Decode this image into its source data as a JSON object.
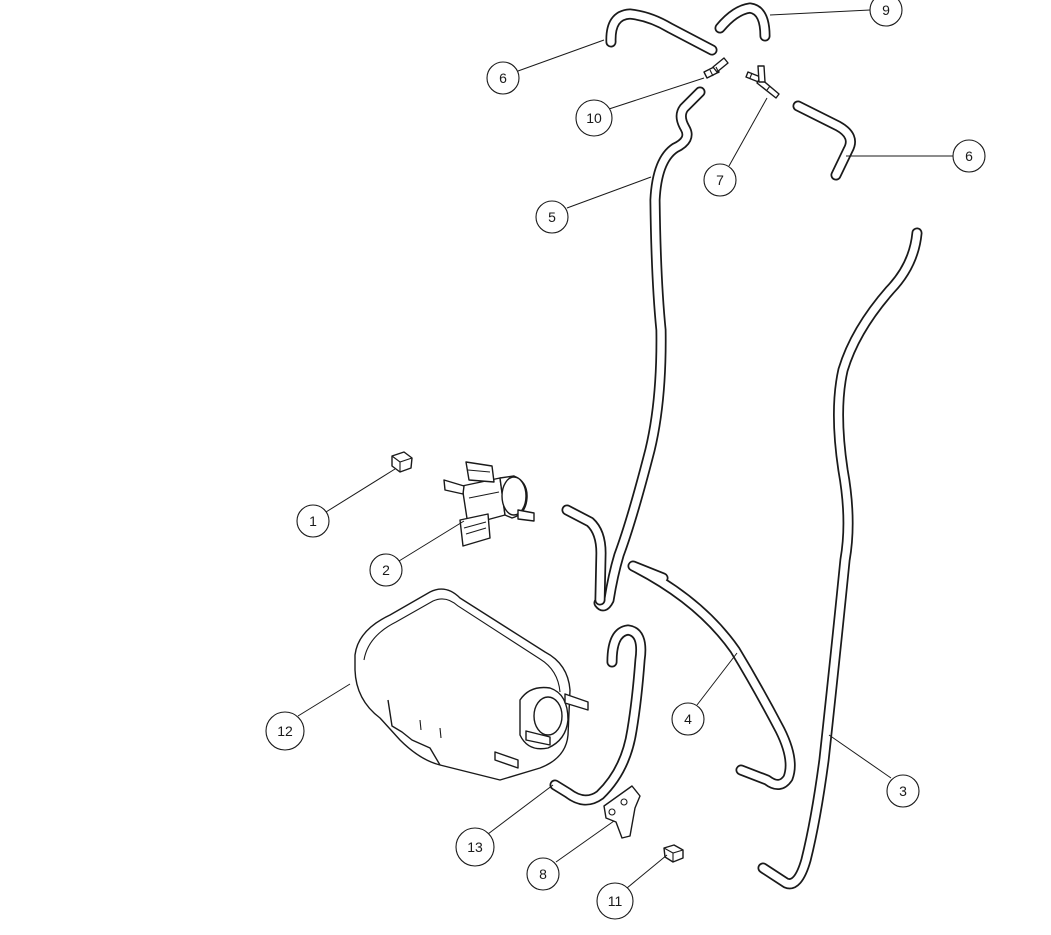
{
  "callouts": {
    "c1": "1",
    "c2": "2",
    "c3": "3",
    "c4": "4",
    "c5": "5",
    "c6a": "6",
    "c6b": "6",
    "c7": "7",
    "c8": "8",
    "c9": "9",
    "c10": "10",
    "c11": "11",
    "c12": "12",
    "c13": "13"
  },
  "colors": {
    "line": "#1a1a1a",
    "background": "#ffffff"
  }
}
